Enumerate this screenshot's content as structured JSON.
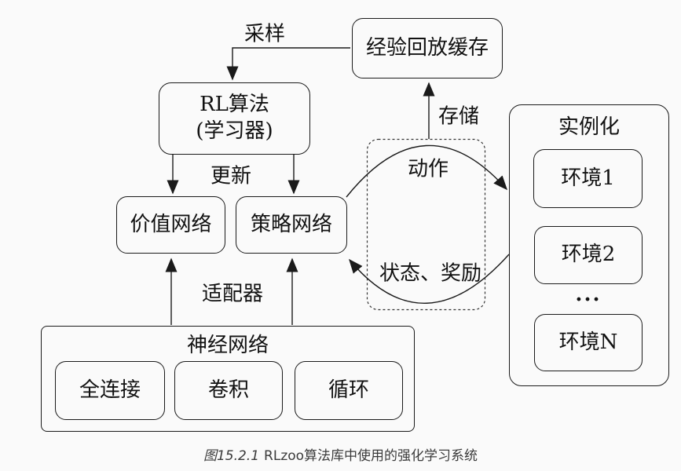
{
  "colors": {
    "background": "#fafafa",
    "stroke": "#1a1a1a",
    "text": "#111111",
    "caption_text": "#3a3a3a"
  },
  "nodes": {
    "replay_buffer": {
      "label": "经验回放缓存"
    },
    "rl_algorithm": {
      "line1": "RL算法",
      "line2": "(学习器)"
    },
    "value_network": {
      "label": "价值网络"
    },
    "policy_network": {
      "label": "策略网络"
    },
    "neural_network": {
      "title": "神经网络",
      "items": [
        "全连接",
        "卷积",
        "循环"
      ]
    },
    "instantiation": {
      "title": "实例化",
      "items": [
        "环境1",
        "环境2",
        "...",
        "环境N"
      ]
    }
  },
  "edge_labels": {
    "sample": "采样",
    "store": "存储",
    "update": "更新",
    "adapter": "适配器",
    "action": "动作",
    "state_reward": "状态、奖励"
  },
  "caption": {
    "figure_no": "图15.2.1",
    "title": "RLzoo算法库中使用的强化学习系统"
  }
}
